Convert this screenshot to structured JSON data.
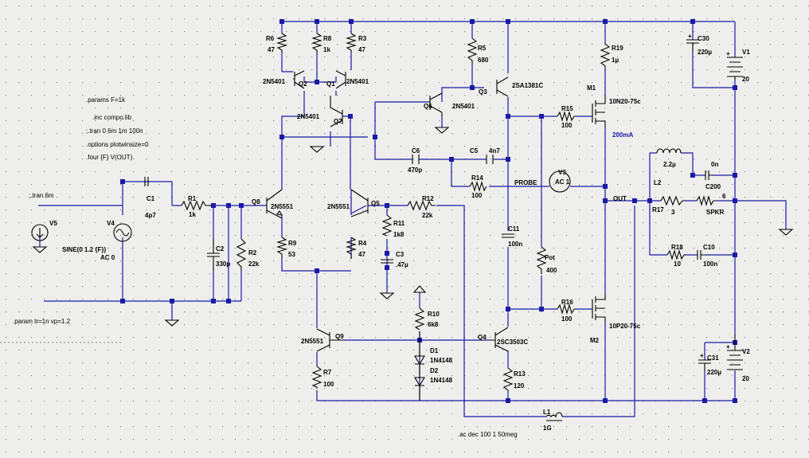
{
  "schematic": {
    "directives": [
      ".params F=1k",
      ".inc compo.lib",
      ";.tran 0 6m 1m 100n",
      ".options plotwinsize=0",
      ".four {F} V(OUT)",
      ";.tran 6m",
      ".param tr=1n vp=1.2",
      ".ac dec 100 1 50meg"
    ],
    "nets": {
      "out": "OUT",
      "probe": "PROBE",
      "current": "200mA"
    },
    "sources": {
      "v1": {
        "ref": "V1",
        "value": "20"
      },
      "v2": {
        "ref": "V2",
        "value": "20"
      },
      "v3": {
        "ref": "V3",
        "value": "AC 1"
      },
      "v4": {
        "ref": "V4",
        "value": "SINE(0 1.2 {F})",
        "ac": "AC 0"
      },
      "v5": {
        "ref": "V5"
      }
    },
    "resistors": {
      "r1": {
        "ref": "R1",
        "value": "1k"
      },
      "r2": {
        "ref": "R2",
        "value": "22k"
      },
      "r3": {
        "ref": "R3",
        "value": "47"
      },
      "r4": {
        "ref": "R4",
        "value": "47"
      },
      "r5": {
        "ref": "R5",
        "value": "680"
      },
      "r6": {
        "ref": "R6",
        "value": "47"
      },
      "r7": {
        "ref": "R7",
        "value": "100"
      },
      "r8": {
        "ref": "R8",
        "value": "1k"
      },
      "r9": {
        "ref": "R9",
        "value": "53"
      },
      "r10": {
        "ref": "R10",
        "value": "6k8"
      },
      "r11": {
        "ref": "R11",
        "value": "1k8"
      },
      "r12": {
        "ref": "R12",
        "value": "22k"
      },
      "r13": {
        "ref": "R13",
        "value": "120"
      },
      "r14": {
        "ref": "R14",
        "value": "100"
      },
      "r15": {
        "ref": "R15",
        "value": "100"
      },
      "r16": {
        "ref": "R16",
        "value": "100"
      },
      "r17": {
        "ref": "R17",
        "value": "3"
      },
      "r18": {
        "ref": "R18",
        "value": "10"
      },
      "r19": {
        "ref": "R19",
        "value": "1µ"
      },
      "pot": {
        "ref": "Pot",
        "value": "400"
      },
      "spkr": {
        "ref": "SPKR",
        "value": "6"
      }
    },
    "capacitors": {
      "c1": {
        "ref": "C1",
        "value": "4p7"
      },
      "c2": {
        "ref": "C2",
        "value": "330p"
      },
      "c3": {
        "ref": "C3",
        "value": ".47µ"
      },
      "c5": {
        "ref": "C5",
        "value": "4n7"
      },
      "c6": {
        "ref": "C6",
        "value": "470p"
      },
      "c10": {
        "ref": "C10",
        "value": "100n"
      },
      "c11": {
        "ref": "C11",
        "value": "100n"
      },
      "c30": {
        "ref": "C30",
        "value": "220µ"
      },
      "c31": {
        "ref": "C31",
        "value": "220µ"
      },
      "c200": {
        "ref": "C200",
        "value": "0n"
      }
    },
    "inductors": {
      "l1": {
        "ref": "L1",
        "value": "1G"
      },
      "l2": {
        "ref": "L2",
        "value": "2.2µ"
      }
    },
    "transistors": {
      "q1": {
        "ref": "Q1",
        "model": "2N5401"
      },
      "q2": {
        "ref": "Q2",
        "model": "2N5401"
      },
      "q3": {
        "ref": "Q3",
        "model": "2SA1381C"
      },
      "q4": {
        "ref": "Q4",
        "model": "2SC3503C"
      },
      "q5": {
        "ref": "Q5",
        "model": "2N5551"
      },
      "q6": {
        "ref": "Q6",
        "model": "2N5401"
      },
      "q7": {
        "ref": "Q7",
        "model": "2N5401"
      },
      "q8": {
        "ref": "Q8",
        "model": "2N5551"
      },
      "q9": {
        "ref": "Q9",
        "model": "2N5551"
      },
      "m1": {
        "ref": "M1",
        "model": "10N20-75c"
      },
      "m2": {
        "ref": "M2",
        "model": "10P20-75c"
      }
    },
    "diodes": {
      "d1": {
        "ref": "D1",
        "model": "1N4148"
      },
      "d2": {
        "ref": "D2",
        "model": "1N4148"
      }
    }
  }
}
